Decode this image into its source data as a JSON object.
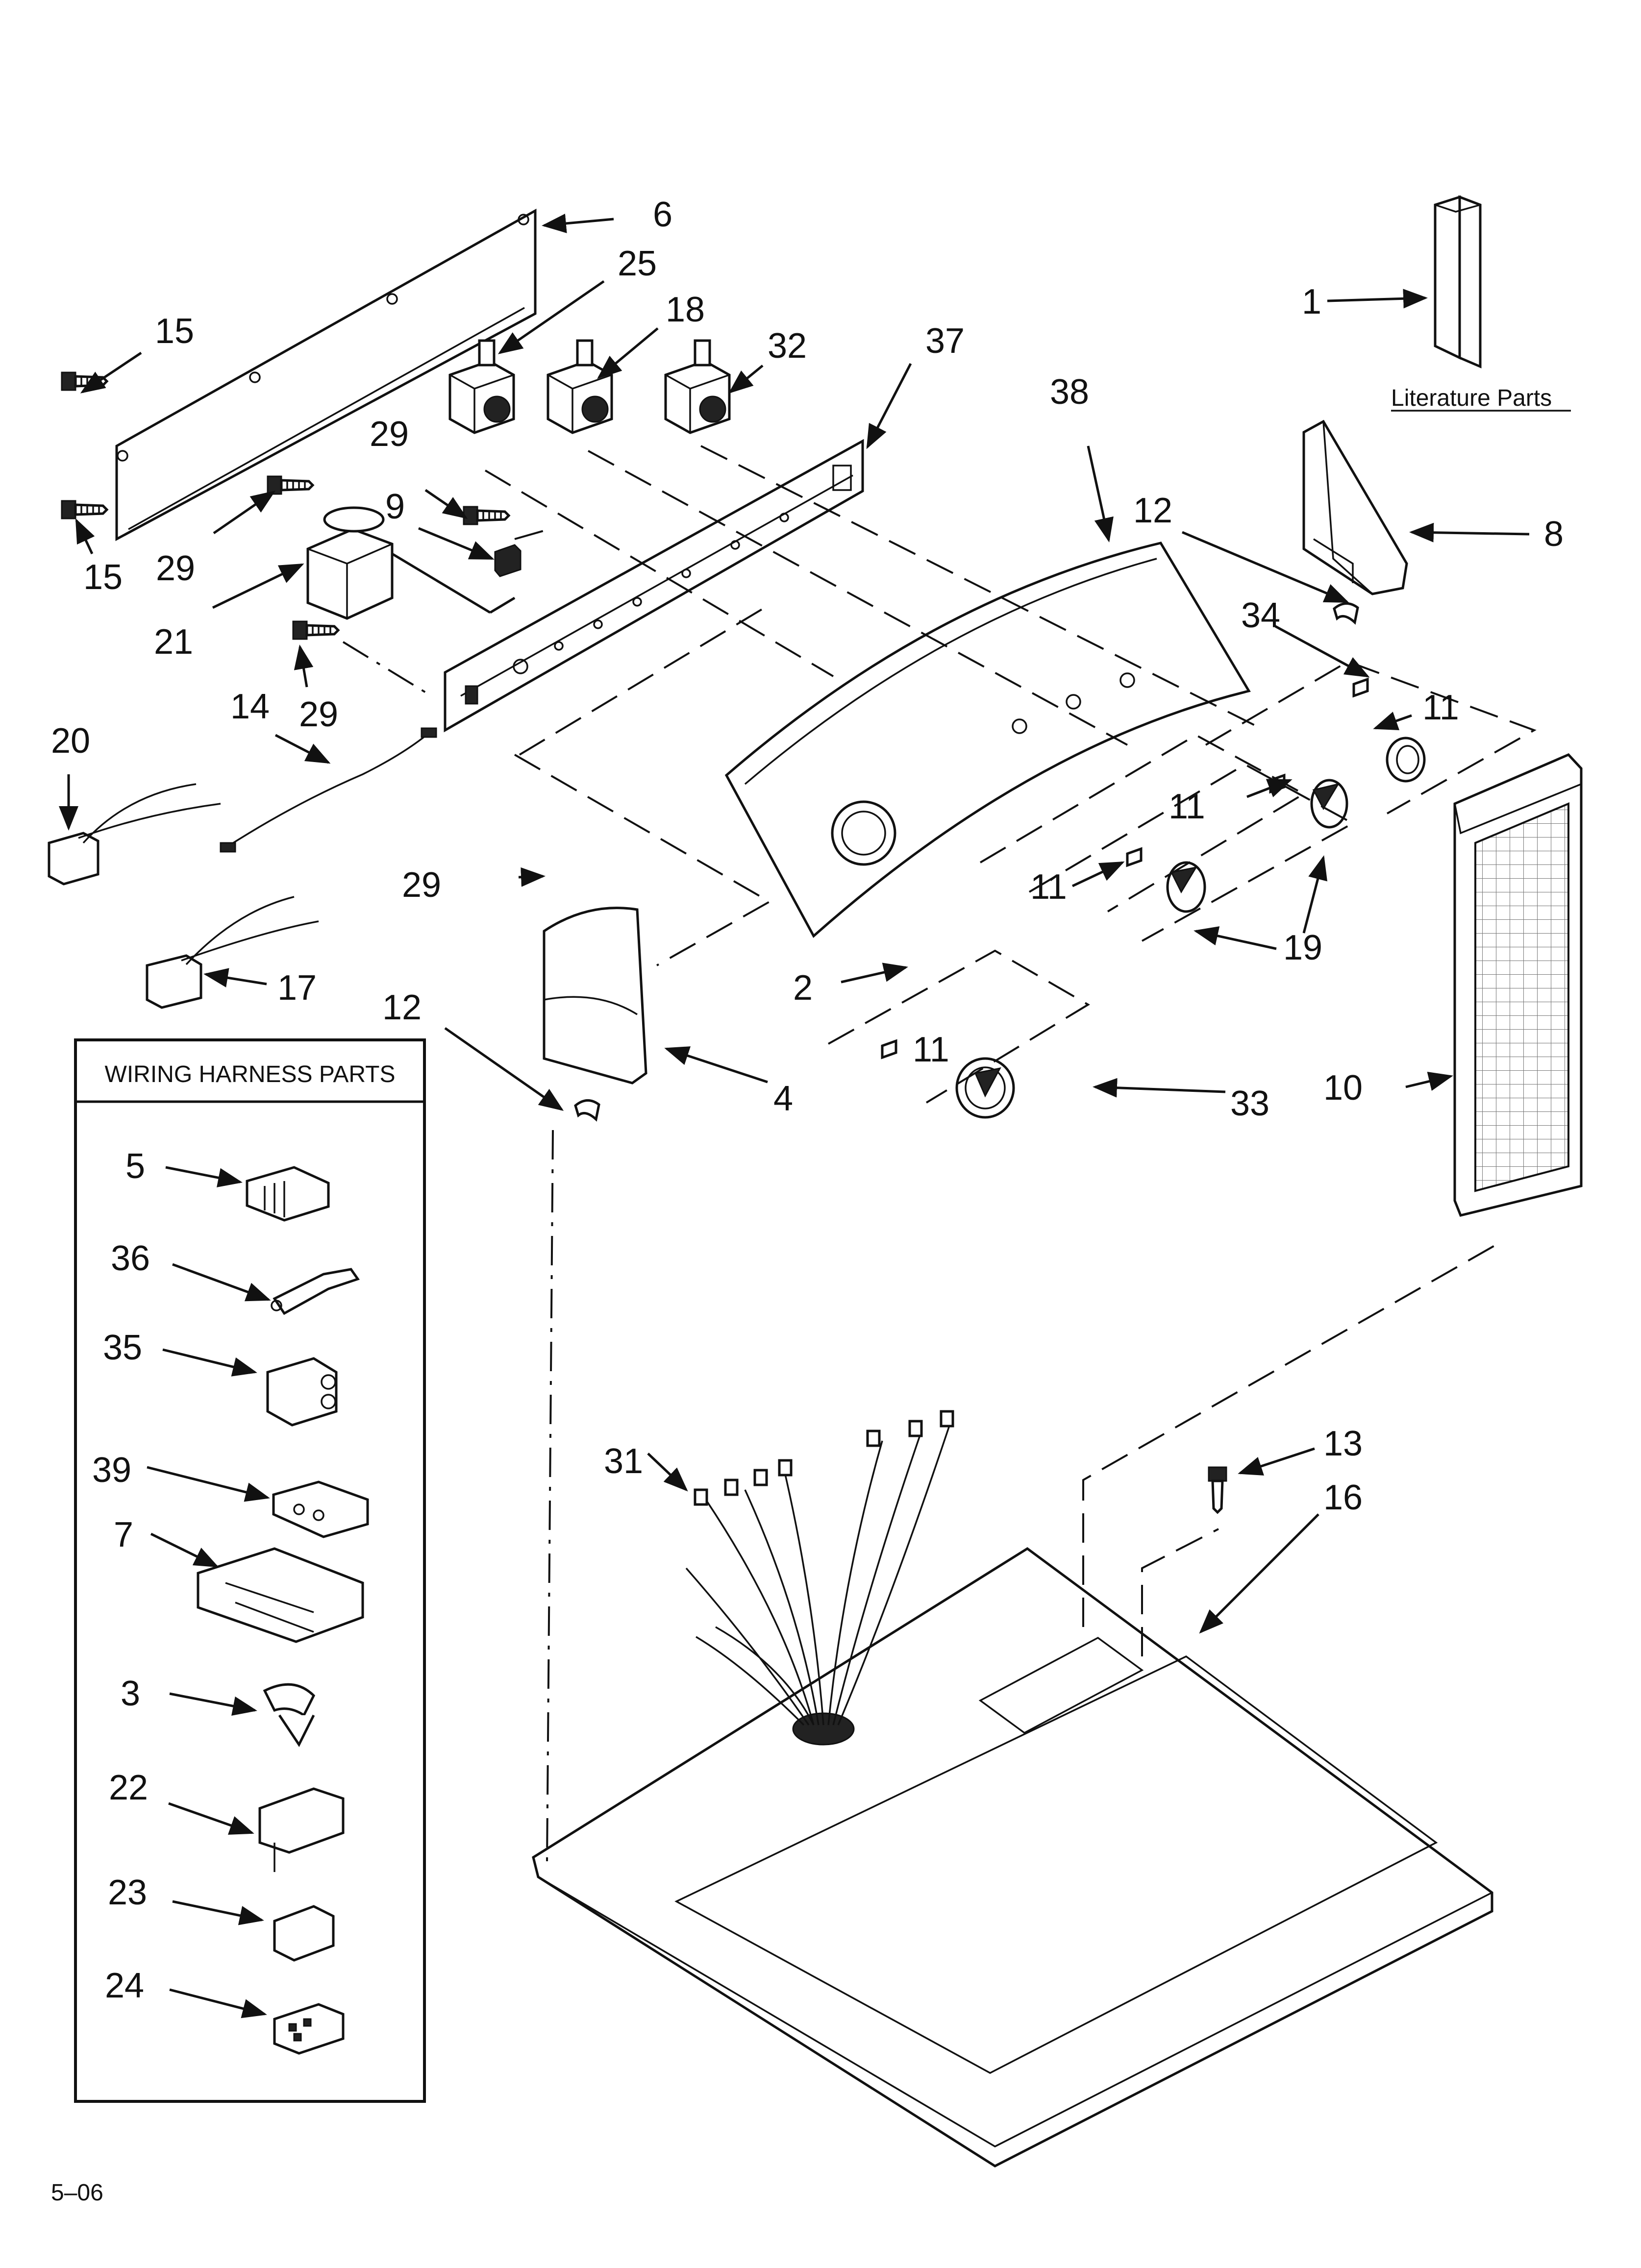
{
  "diagram": {
    "footer_code": "5–06",
    "literature_label": "Literature Parts",
    "wiring_box_title": "WIRING HARNESS PARTS",
    "callouts": {
      "c1": "1",
      "c6": "6",
      "c25": "25",
      "c18": "18",
      "c32": "32",
      "c37": "37",
      "c38": "38",
      "c15a": "15",
      "c15b": "15",
      "c29a": "29",
      "c29b": "29",
      "c29c": "29",
      "c29d": "29",
      "c9": "9",
      "c21": "21",
      "c14": "14",
      "c20": "20",
      "c17": "17",
      "c12a": "12",
      "c12b": "12",
      "c34": "34",
      "c8": "8",
      "c11a": "11",
      "c11b": "11",
      "c11c": "11",
      "c11d": "11",
      "c19": "19",
      "c2": "2",
      "c4": "4",
      "c33": "33",
      "c10": "10",
      "c13": "13",
      "c16": "16",
      "c31": "31"
    },
    "harness_callouts": {
      "h5": "5",
      "h36": "36",
      "h35": "35",
      "h39": "39",
      "h7": "7",
      "h3": "3",
      "h22": "22",
      "h23": "23",
      "h24": "24"
    }
  }
}
